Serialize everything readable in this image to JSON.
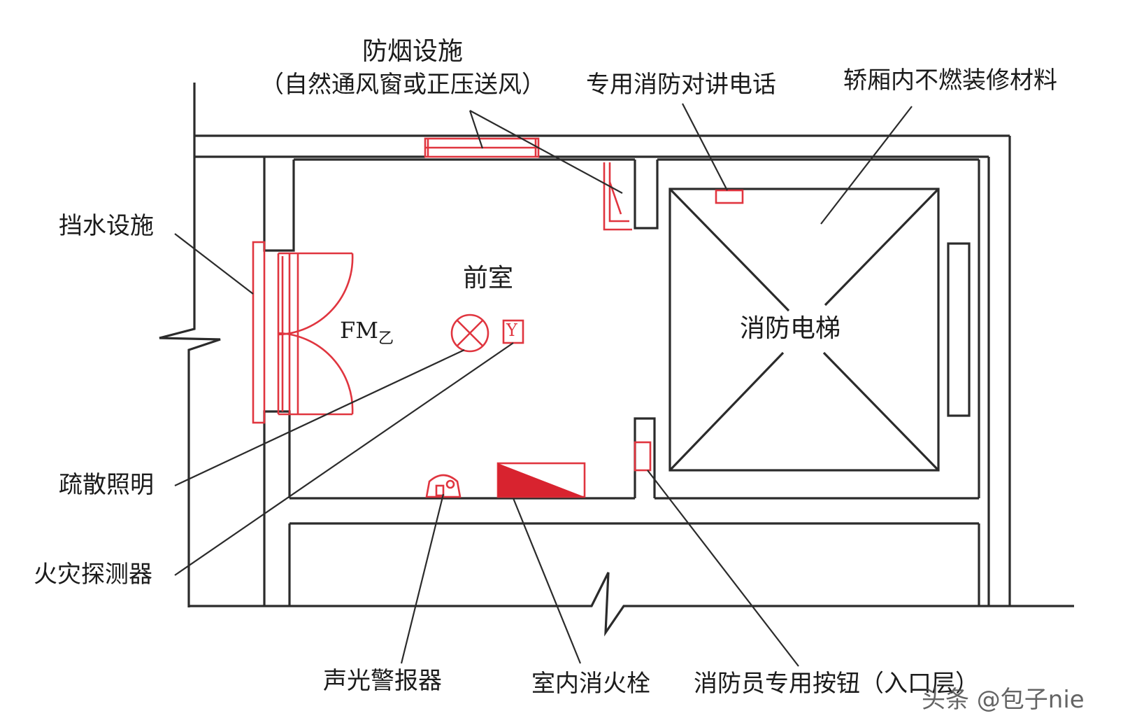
{
  "labels": {
    "smoke_facility_title": "防烟设施",
    "smoke_facility_sub": "（自然通风窗或正压送风）",
    "intercom": "专用消防对讲电话",
    "car_material": "轿厢内不燃装修材料",
    "water_barrier": "挡水设施",
    "anteroom": "前室",
    "door_code": "FM",
    "door_code_sub": "乙",
    "alarm_box": "Y",
    "fire_elevator": "消防电梯",
    "evac_lighting": "疏散照明",
    "fire_detector": "火灾探测器",
    "sound_light_alarm": "声光警报器",
    "hydrant": "室内消火栓",
    "firefighter_button": "消防员专用按钮（入口层）"
  },
  "watermark": "头条 @包子nie",
  "colors": {
    "wall": "#2b2b2b",
    "facility": "#e0353f",
    "hydrant_fill": "#d8232f"
  }
}
